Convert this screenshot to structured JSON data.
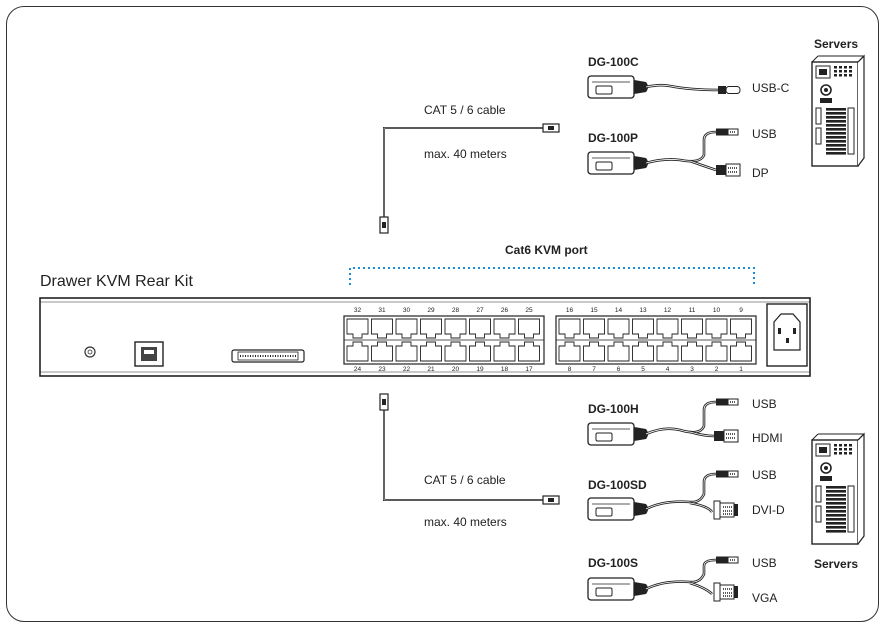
{
  "unit_label": "Drawer KVM Rear Kit",
  "kvm_port_label": "Cat6 KVM port",
  "cable_top": {
    "name": "CAT 5 / 6 cable",
    "max": "max. 40 meters"
  },
  "cable_bottom": {
    "name": "CAT 5 / 6 cable",
    "max": "max. 40 meters"
  },
  "servers_top": "Servers",
  "servers_bottom": "Servers",
  "ports_top_row": [
    "32",
    "31",
    "30",
    "29",
    "28",
    "27",
    "26",
    "25",
    "16",
    "15",
    "14",
    "13",
    "12",
    "11",
    "10",
    "9"
  ],
  "ports_bottom_row": [
    "24",
    "23",
    "22",
    "21",
    "20",
    "19",
    "18",
    "17",
    "8",
    "7",
    "6",
    "5",
    "4",
    "3",
    "2",
    "1"
  ],
  "dongles": [
    {
      "model": "DG-100C",
      "connectors": [
        "USB-C"
      ]
    },
    {
      "model": "DG-100P",
      "connectors": [
        "USB",
        "DP"
      ]
    },
    {
      "model": "DG-100H",
      "connectors": [
        "USB",
        "HDMI"
      ]
    },
    {
      "model": "DG-100SD",
      "connectors": [
        "USB",
        "DVI-D"
      ]
    },
    {
      "model": "DG-100S",
      "connectors": [
        "USB",
        "VGA"
      ]
    }
  ]
}
